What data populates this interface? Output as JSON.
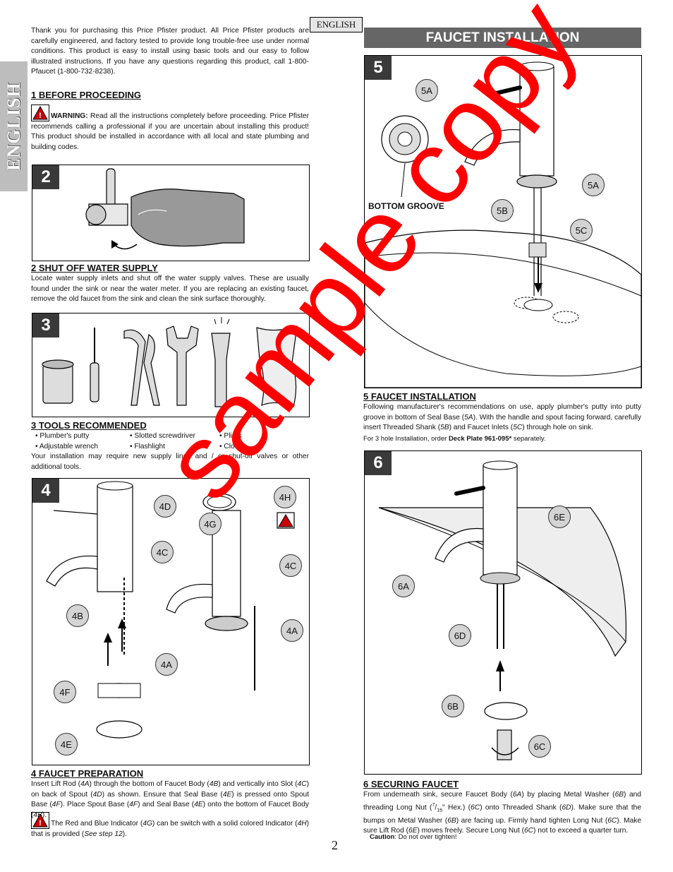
{
  "language_tab": "ENGLISH",
  "language_badge": "ENGLISH",
  "section_header": "FAUCET INSTALLATION",
  "intro": "Thank you for purchasing this Price Pfister product.  All Price Pfister products are carefully engineered, and factory tested to provide long trouble-free use under normal conditions.  This product is easy to install using basic tools and our easy to follow illustrated instructions.  If you have any questions regarding this product, call 1-800-Pfaucet (1-800-732-8238).",
  "s1": {
    "heading": "1  BEFORE PROCEEDING",
    "warning_label": "WARNING:",
    "warning_text": " Read all the instructions completely before proceeding. Price Pfister recommends calling a professional if you are uncertain about installing this product!  This product should be installed in accordance with all local and state plumbing and building codes."
  },
  "s2": {
    "step": "2",
    "heading": "2  SHUT OFF WATER SUPPLY",
    "text": "Locate water supply inlets and shut off the water supply valves.  These are usually found under the sink or near the water meter.  If you are replacing an existing faucet, remove the old faucet from the sink and clean the sink surface thoroughly."
  },
  "s3": {
    "step": "3",
    "heading": "3  TOOLS RECOMMENDED",
    "tools": [
      "• Plumber's putty",
      "• Slotted screwdriver",
      "• Pliers",
      "• Adjustable wrench",
      "• Flashlight",
      "• Cloth"
    ],
    "text": "Your installation may require new supply lines and / or shut-off valves or other additional tools."
  },
  "s4": {
    "step": "4",
    "heading": "4  FAUCET PREPARATION",
    "labels": [
      "4D",
      "4C",
      "4B",
      "4A",
      "4F",
      "4E",
      "4H",
      "4G",
      "4C",
      "4A"
    ],
    "text_parts": [
      "Insert Lift Rod (",
      "4A",
      ") through the bottom of Faucet Body (",
      "4B",
      ") and vertically into Slot (",
      "4C",
      ") on back of Spout (",
      "4D",
      ") as shown.  Ensure that Seal Base (",
      "4E",
      ") is pressed onto Spout Base (",
      "4F",
      ").  Place Spout Base (",
      "4F",
      ") and Seal Base (",
      "4E",
      ") onto the bottom of Faucet Body (",
      "4B",
      ")."
    ],
    "note_parts": [
      "The Red and Blue Indicator (",
      "4G",
      ") can be switch with a solid colored Indicator (",
      "4H",
      ") that is provided (",
      "See step 12",
      ")."
    ]
  },
  "s5": {
    "step": "5",
    "heading": "5  FAUCET INSTALLATION",
    "labels": [
      "5A",
      "5A",
      "5B",
      "5C"
    ],
    "groove_label": "BOTTOM GROOVE",
    "text_parts": [
      "Following manufacturer's recommendations on use, apply plumber's putty into putty groove in bottom of Seal Base (",
      "5A",
      ").  With the handle and spout facing forward, carefully insert Threaded Shank (",
      "5B",
      ") and Faucet Inlets (",
      "5C",
      ") through hole on sink."
    ],
    "note_pre": "For 3 hole Installation, order ",
    "note_bold": "Deck Plate",
    "note_part": " 961-095*",
    "note_post": " separately."
  },
  "s6": {
    "step": "6",
    "heading": "6  SECURING FAUCET",
    "labels": [
      "6E",
      "6A",
      "6D",
      "6B",
      "6C"
    ],
    "text_parts": [
      "From underneath sink, secure Faucet Body (",
      "6A",
      ") by placing Metal Washer (",
      "6B",
      ") and threading Long Nut (",
      "7",
      "16",
      "\" Hex.) (",
      "6C",
      ") onto Threaded Shank (",
      "6D",
      ").  Make sure that the bumps on Metal Washer (",
      "6B",
      ") are facing up.  Firmly hand tighten Long Nut (",
      "6C",
      ").  Make sure Lift Rod (",
      "6E",
      ") moves freely.  Secure Long Nut (",
      "6C",
      ") not to exceed a quarter turn."
    ],
    "caution_label": "Caution",
    "caution_text": ": Do not over tighten!"
  },
  "page_number": "2",
  "watermark": "sample copy"
}
